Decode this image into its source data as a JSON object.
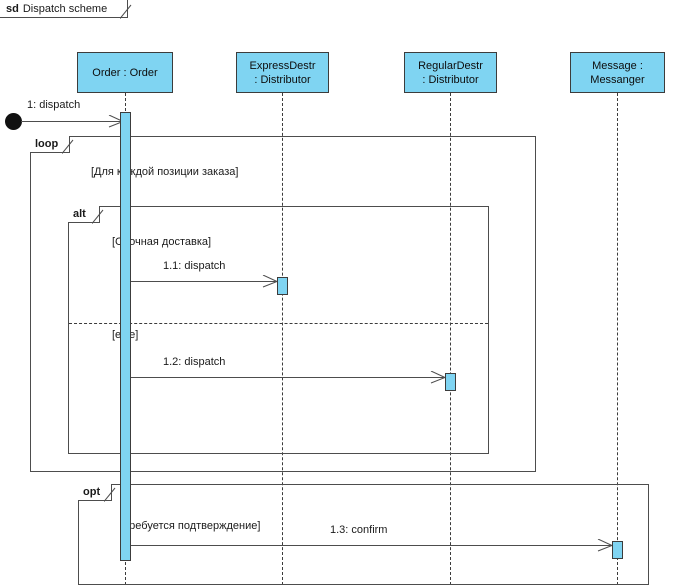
{
  "diagram": {
    "kind_keyword": "sd",
    "title": "Dispatch scheme",
    "colors": {
      "lifeline_fill": "#7FD4F2",
      "line": "#4d4d4d",
      "text": "#1a1a1a",
      "start_node": "#111111"
    }
  },
  "lifelines": [
    {
      "name": "order",
      "line1": "Order : Order",
      "line2": ""
    },
    {
      "name": "expressdestr",
      "line1": "ExpressDestr",
      "line2": ": Distributor"
    },
    {
      "name": "regulardestr",
      "line1": "RegularDestr",
      "line2": ": Distributor"
    },
    {
      "name": "messanger",
      "line1": "Message :",
      "line2": "Messanger"
    }
  ],
  "messages": [
    {
      "name": "dispatch-initial",
      "label": "1: dispatch",
      "from": "start-node",
      "to": "order"
    },
    {
      "name": "dispatch-express",
      "label": "1.1: dispatch",
      "from": "order",
      "to": "expressdestr"
    },
    {
      "name": "dispatch-regular",
      "label": "1.2: dispatch",
      "from": "order",
      "to": "regulardestr"
    },
    {
      "name": "confirm",
      "label": "1.3: confirm",
      "from": "order",
      "to": "messanger"
    }
  ],
  "fragments": [
    {
      "name": "loop",
      "operator": "loop",
      "guards": [
        "[Для каждой позиции заказа]"
      ]
    },
    {
      "name": "alt",
      "operator": "alt",
      "guards": [
        "[Срочная доставка]",
        "[else]"
      ]
    },
    {
      "name": "opt",
      "operator": "opt",
      "guards": [
        "[Требуется подтверждение]"
      ]
    }
  ]
}
